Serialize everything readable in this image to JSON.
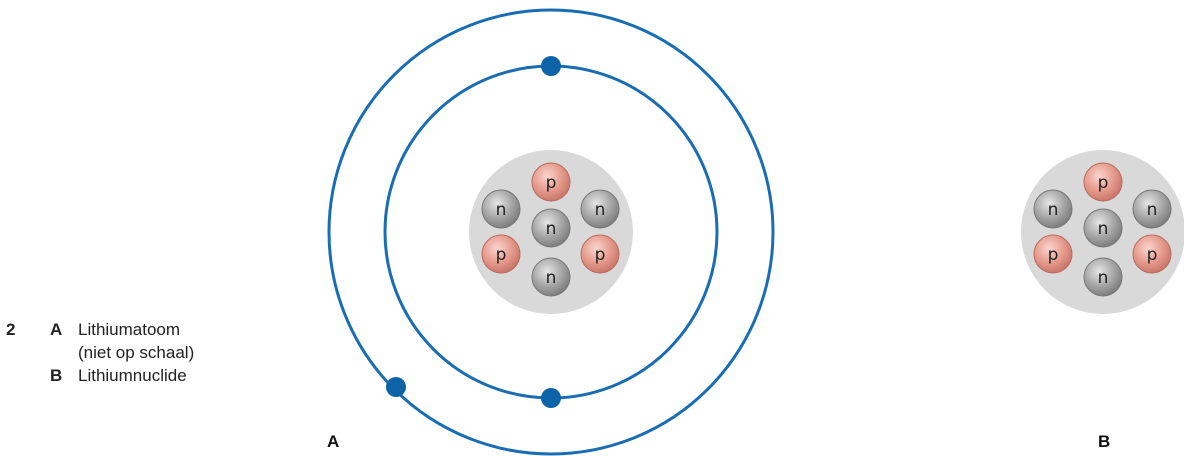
{
  "caption": {
    "number": "2",
    "items": [
      {
        "letter": "A",
        "text": "Lithiumatoom",
        "continuation": "(niet op schaal)"
      },
      {
        "letter": "B",
        "text": "Lithiumnuclide"
      }
    ]
  },
  "figure_labels": {
    "a": "A",
    "b": "B"
  },
  "nucleus": {
    "particles": [
      {
        "type": "proton",
        "symbol": "p"
      },
      {
        "type": "neutron",
        "symbol": "n"
      },
      {
        "type": "neutron",
        "symbol": "n"
      },
      {
        "type": "neutron",
        "symbol": "n"
      },
      {
        "type": "proton",
        "symbol": "p"
      },
      {
        "type": "proton",
        "symbol": "p"
      },
      {
        "type": "neutron",
        "symbol": "n"
      }
    ]
  },
  "atom": {
    "shells": 2,
    "electrons": 3
  },
  "colors": {
    "orbit": "#1a6db3",
    "electron": "#0c63a8",
    "nucleus_bg": "#d9d9d9",
    "proton": "#e59a8c",
    "neutron": "#a6a6a6"
  }
}
